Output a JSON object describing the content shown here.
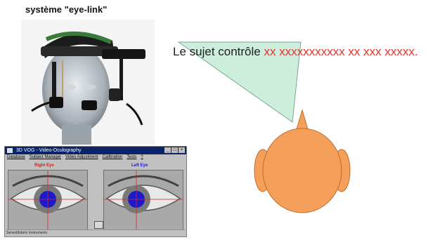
{
  "slide": {
    "title": "système \"eye-link\"",
    "sentence_prefix": "Le sujet contrôle ",
    "sentence_hidden": "xx xxxxxxxxxxx xx xxx xxxxx."
  },
  "colors": {
    "head": "#f5a05a",
    "head_outline": "#c06a2a",
    "cone": "#cdeedd",
    "hidden_text": "#e8302c",
    "pupil": "#1a1acc",
    "crosshair": "#e02020"
  },
  "window": {
    "title": "3D VOG - Video-Oculography",
    "menu": [
      "Database",
      "Subject Manager",
      "Video Adjustment",
      "Calibration",
      "Tests",
      "?"
    ],
    "right_eye_label": "Right Eye",
    "left_eye_label": "Left Eye",
    "status": "SensoMotoric Instruments",
    "buttons": [
      "_",
      "□",
      "×"
    ]
  },
  "icons": [
    "app-icon",
    "minimize-icon",
    "maximize-icon",
    "close-icon",
    "camera-icon"
  ]
}
